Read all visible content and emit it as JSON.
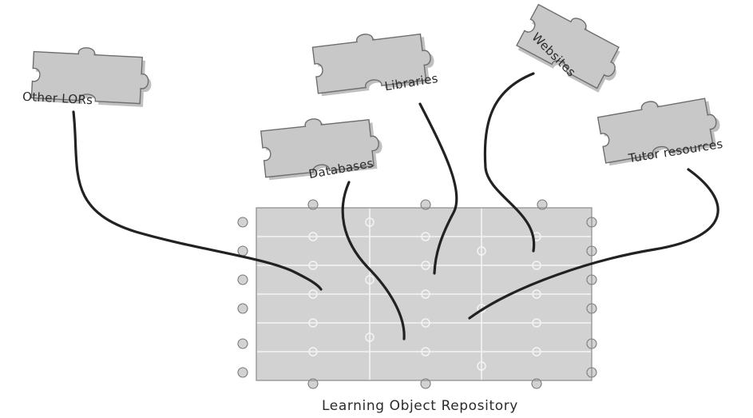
{
  "diagram": {
    "repository_label": "Learning Object Repository",
    "sources": [
      {
        "id": "other-lors",
        "label": "Other LORs"
      },
      {
        "id": "libraries",
        "label": "Libraries"
      },
      {
        "id": "websites",
        "label": "Websites"
      },
      {
        "id": "databases",
        "label": "Databases"
      },
      {
        "id": "tutor-resources",
        "label": "Tutor resources"
      }
    ]
  }
}
